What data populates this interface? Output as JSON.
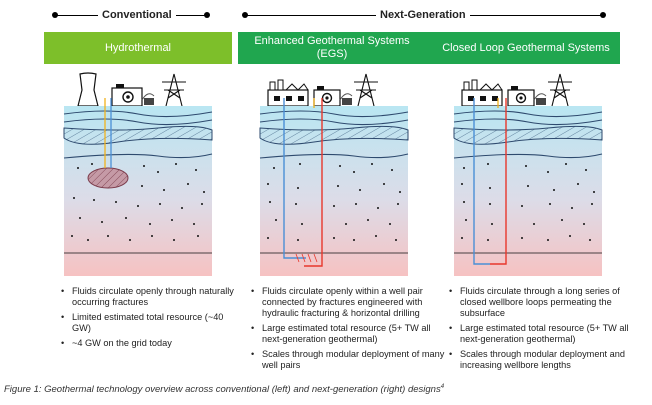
{
  "headers": {
    "conventional": "Conventional",
    "next_generation": "Next-Generation"
  },
  "columns": [
    {
      "title": "Hydrothermal",
      "bullets": [
        "Fluids circulate openly through naturally occurring fractures",
        "Limited estimated total resource (~40 GW)",
        "~4 GW on the grid today"
      ]
    },
    {
      "title": "Enhanced Geothermal Systems (EGS)",
      "bullets": [
        "Fluids circulate openly within a well pair connected by fractures engineered with hydraulic fracturing & horizontal drilling",
        "Large estimated total resource (5+ TW all next-generation geothermal)",
        "Scales through modular deployment of many well pairs"
      ]
    },
    {
      "title": "Closed Loop Geothermal Systems",
      "bullets": [
        "Fluids circulate through a long series of closed wellbore loops permeating the subsurface",
        "Large estimated total resource (5+ TW all next-generation geothermal)",
        "Scales through modular deployment and increasing wellbore lengths"
      ]
    }
  ],
  "caption": "Figure 1: Geothermal technology overview across conventional (left) and next-generation (right) designs",
  "caption_sup": "4",
  "colors": {
    "conventional_band": "#7dbf2a",
    "next_gen_band": "#20a64f",
    "hot_well": "#e8372c",
    "cool_well": "#4a8fd6",
    "steam": "#f2b21c"
  },
  "icons": [
    "cooling-tower-icon",
    "generator-icon",
    "power-plant-icon",
    "transmission-tower-icon",
    "reservoir-icon"
  ]
}
